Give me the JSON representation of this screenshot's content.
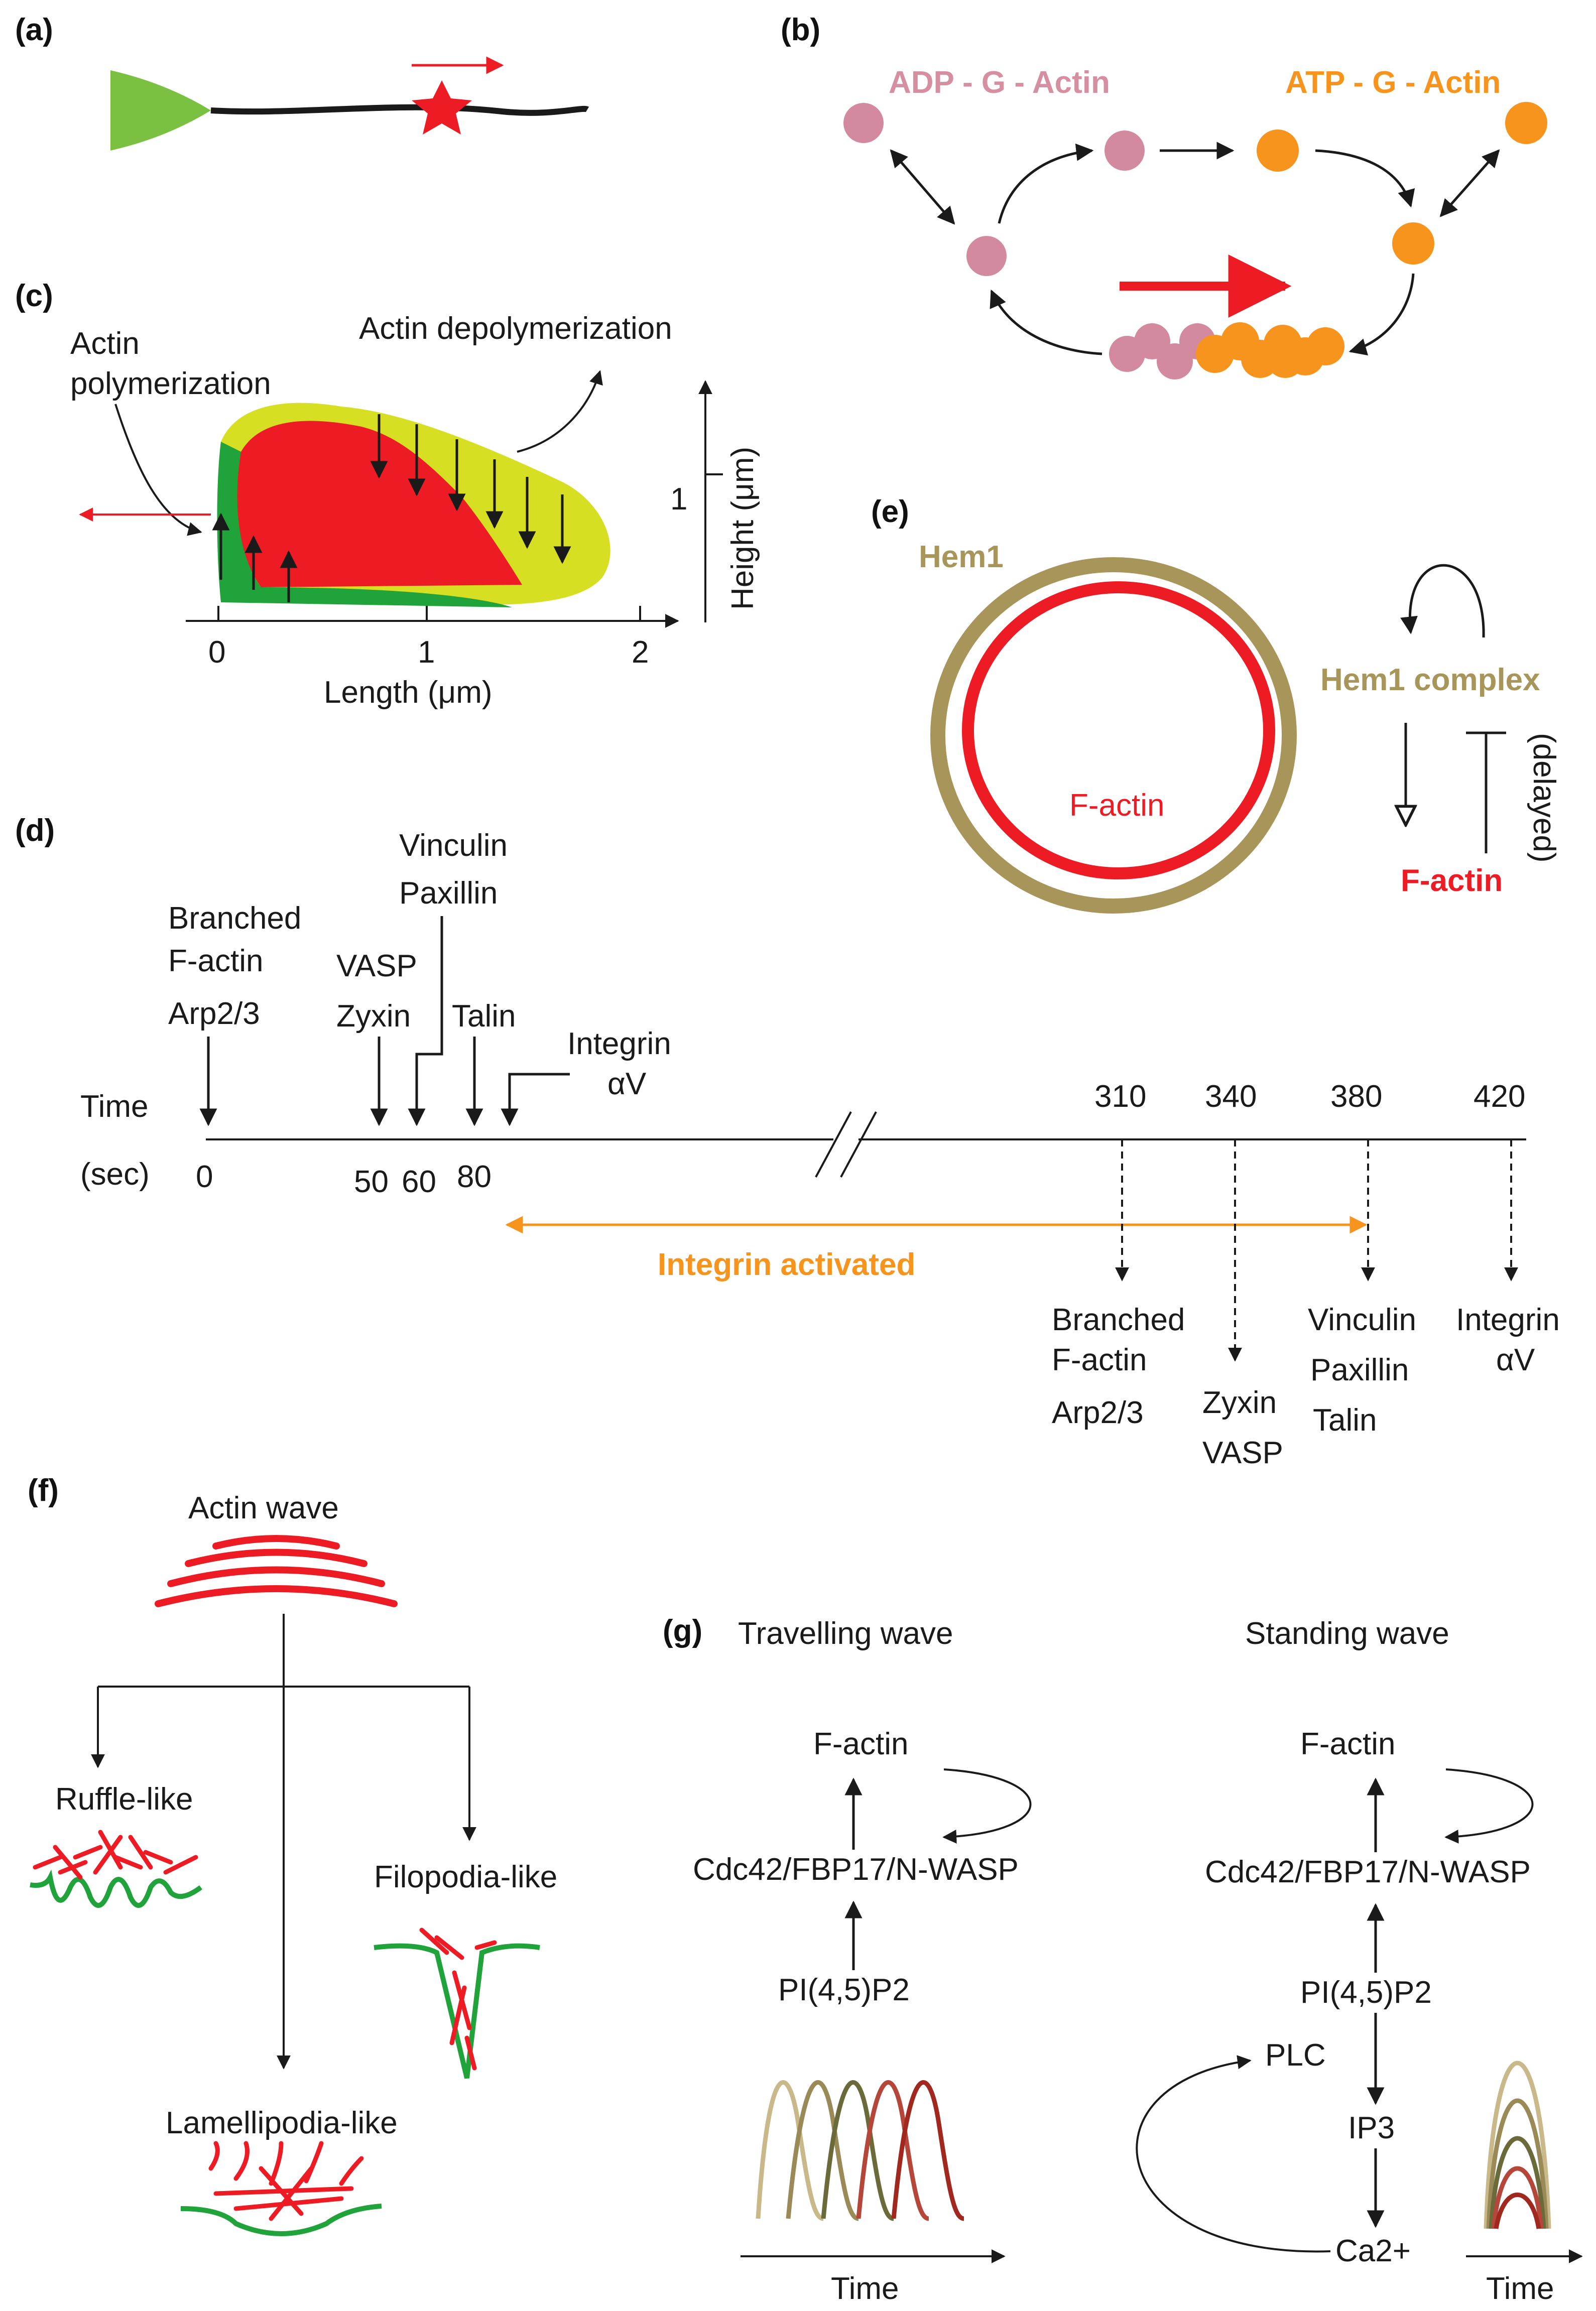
{
  "panels": {
    "a": "(a)",
    "b": "(b)",
    "c": "(c)",
    "d": "(d)",
    "e": "(e)",
    "f": "(f)",
    "g": "(g)"
  },
  "b": {
    "adp_label": "ADP - G - Actin",
    "atp_label": "ATP - G - Actin",
    "colors": {
      "adp": "#d48a9e",
      "atp": "#f7941d",
      "arrow": "#ed1c24"
    }
  },
  "c": {
    "polymerization_line1": "Actin",
    "polymerization_line2": "polymerization",
    "depolymerization": "Actin depolymerization",
    "x_ticks": [
      "0",
      "1",
      "2"
    ],
    "x_label": "Length  (μm)",
    "y_tick": "1",
    "y_label": "Height  (μm)"
  },
  "d": {
    "top_labels": {
      "branched1": "Branched",
      "branched2": "F-actin",
      "arp": "Arp2/3",
      "vasp": "VASP",
      "zyxin": "Zyxin",
      "vinculin": "Vinculin",
      "paxillin": "Paxillin",
      "talin": "Talin",
      "integrin": "Integrin",
      "alphav": "αV"
    },
    "time_label": "Time",
    "sec_label": "(sec)",
    "times_left": [
      "0",
      "50",
      "60",
      "80"
    ],
    "times_right": [
      "310",
      "340",
      "380",
      "420"
    ],
    "integrin_activated": "Integrin activated",
    "bottom_labels": {
      "branched1": "Branched",
      "branched2": "F-actin",
      "arp": "Arp2/3",
      "zyxin": "Zyxin",
      "vasp": "VASP",
      "vinculin": "Vinculin",
      "paxillin": "Paxillin",
      "talin": "Talin",
      "integrin": "Integrin",
      "alphav": "αV"
    }
  },
  "e": {
    "hem1": "Hem1",
    "factin_ring": "F-actin",
    "hem1_complex": "Hem1 complex",
    "factin": "F-actin",
    "delayed": "(delayed)",
    "colors": {
      "hem1": "#a8955a",
      "factin": "#ed1c24"
    }
  },
  "f": {
    "actin_wave": "Actin wave",
    "ruffle": "Ruffle-like",
    "filopodia": "Filopodia-like",
    "lamellipodia": "Lamellipodia-like",
    "colors": {
      "actin": "#ed1c24",
      "membrane": "#1fa33a"
    }
  },
  "g": {
    "travelling": {
      "title": "Travelling wave",
      "factin": "F-actin",
      "cdc": "Cdc42/FBP17/N-WASP",
      "pip": "PI(4,5)P2",
      "time": "Time"
    },
    "standing": {
      "title": "Standing wave",
      "factin": "F-actin",
      "cdc": "Cdc42/FBP17/N-WASP",
      "pip": "PI(4,5)P2",
      "plc": "PLC",
      "ip3": "IP3",
      "ca": "Ca2+",
      "time": "Time"
    },
    "wave_colors": [
      "#c9b98a",
      "#9a8a58",
      "#6b6a3a",
      "#b5463a",
      "#a0281e"
    ]
  }
}
